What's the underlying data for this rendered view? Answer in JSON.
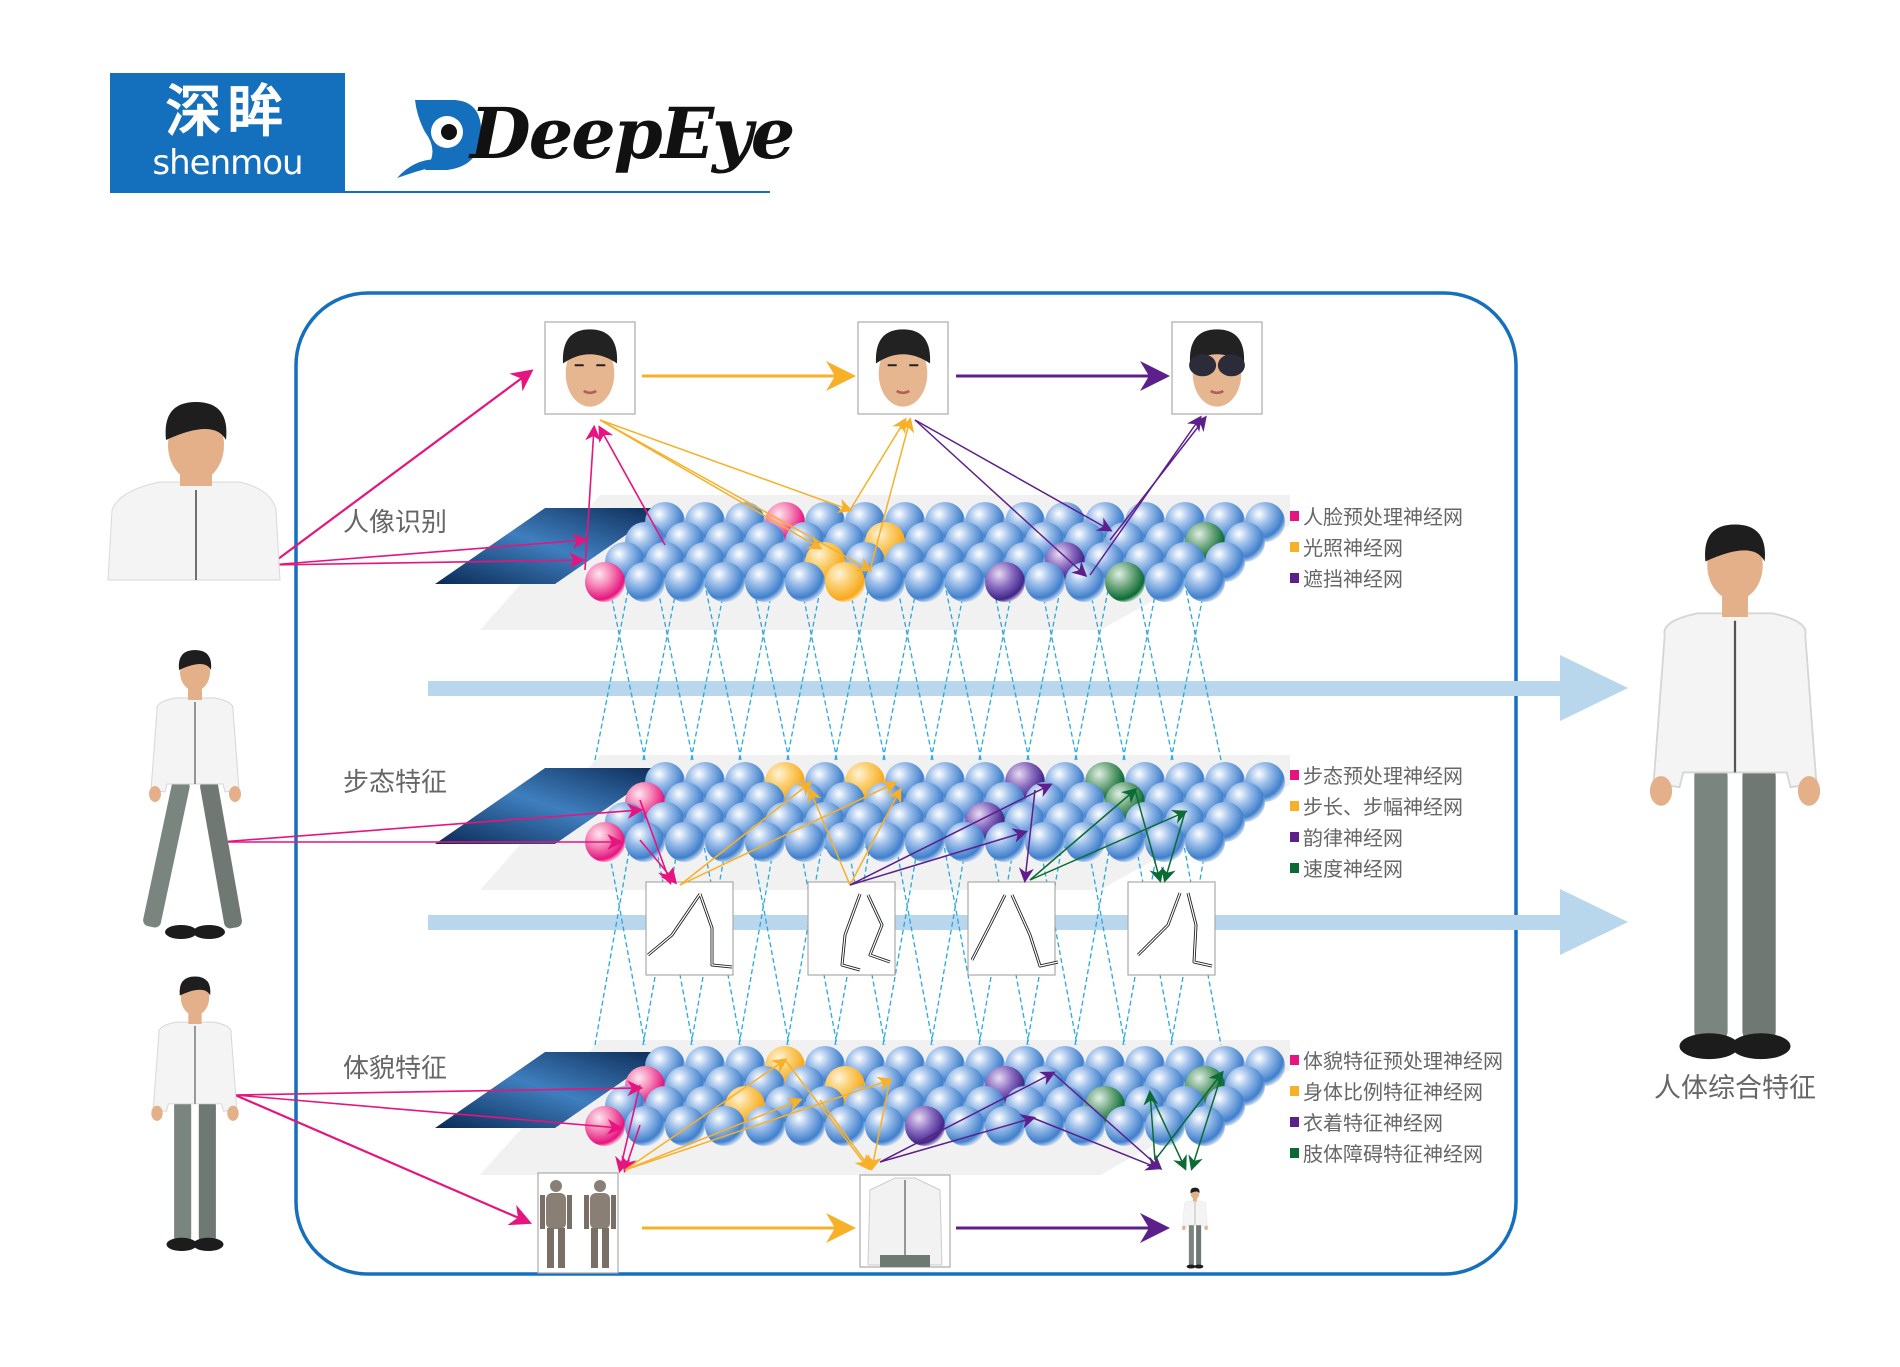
{
  "brand": {
    "logo_cn": "深眸",
    "logo_en": "shenmou",
    "wordmark": "DeepEye",
    "brand_color": "#1470bd"
  },
  "colors": {
    "container_border": "#1470bd",
    "flow_arrow": "#b8d6ec",
    "connection_line": "#29a8e0",
    "magenta": "#e5147f",
    "orange": "#f7b028",
    "purple": "#5c1f8c",
    "green": "#0a6b34",
    "sphere_blue": "#3f7fcc",
    "text_gray": "#666666"
  },
  "inputs": [
    {
      "name": "face-portrait",
      "icon": "person-portrait"
    },
    {
      "name": "walking-person",
      "icon": "person-walking"
    },
    {
      "name": "standing-person",
      "icon": "person-standing"
    }
  ],
  "layers": [
    {
      "id": "face",
      "label": "人像识别",
      "legend": [
        {
          "text": "人脸预处理神经网",
          "color": "#e5147f"
        },
        {
          "text": "光照神经网",
          "color": "#f7b028"
        },
        {
          "text": "遮挡神经网",
          "color": "#5c1f8c"
        }
      ],
      "outputs": [
        "face-raw",
        "face-normalized",
        "face-with-sunglasses"
      ]
    },
    {
      "id": "gait",
      "label": "步态特征",
      "legend": [
        {
          "text": "步态预处理神经网",
          "color": "#e5147f"
        },
        {
          "text": "步长、步幅神经网",
          "color": "#f7b028"
        },
        {
          "text": "韵律神经网",
          "color": "#5c1f8c"
        },
        {
          "text": "速度神经网",
          "color": "#0a6b34"
        }
      ],
      "outputs": [
        "gait-pose-1",
        "gait-pose-2",
        "gait-pose-3",
        "gait-pose-4"
      ]
    },
    {
      "id": "body",
      "label": "体貌特征",
      "legend": [
        {
          "text": "体貌特征预处理神经网",
          "color": "#e5147f"
        },
        {
          "text": "身体比例特征神经网",
          "color": "#f7b028"
        },
        {
          "text": "衣着特征神经网",
          "color": "#5c1f8c"
        },
        {
          "text": "肢体障碍特征神经网",
          "color": "#0a6b34"
        }
      ],
      "outputs": [
        "anatomy-figures",
        "shirt-closeup",
        "full-body-small"
      ]
    }
  ],
  "result": {
    "label": "人体综合特征"
  }
}
